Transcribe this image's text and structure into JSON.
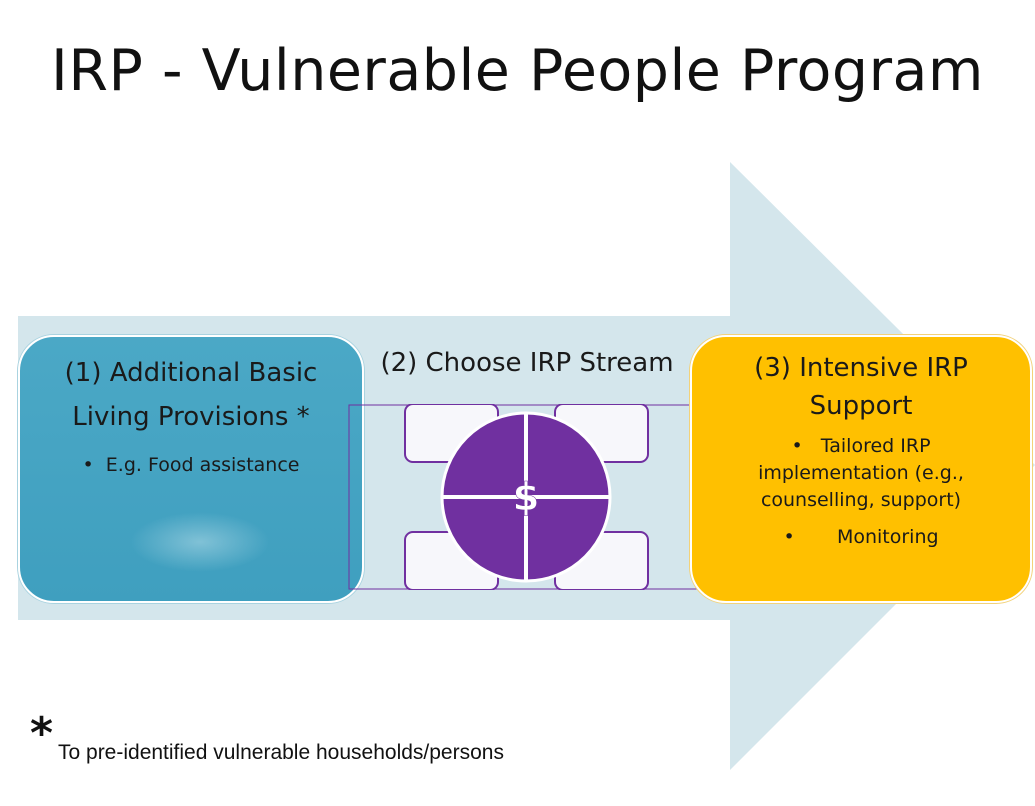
{
  "title": "IRP - Vulnerable People Program",
  "steps": [
    {
      "title_line1": "(1) Additional Basic",
      "title_line2": "Living Provisions *",
      "bullets": [
        "E.g. Food assistance"
      ]
    },
    {
      "title": "(2) Choose IRP Stream",
      "center_symbol": "$"
    },
    {
      "title_line1": "(3) Intensive IRP",
      "title_line2": "Support",
      "bullets": [
        {
          "line1": "Tailored IRP",
          "line2": "implementation (e.g.,",
          "line3": "counselling, support)"
        },
        {
          "line1": "Monitoring"
        }
      ]
    }
  ],
  "footnote": {
    "marker": "*",
    "text": "To pre-identified vulnerable households/persons"
  },
  "colors": {
    "arrow": "#d4e6ec",
    "step1": "#44a3c3",
    "step2_circle": "#7030a0",
    "step3": "#ffc000"
  },
  "icons": [
    "big-arrow",
    "quadrant-circle-icon",
    "dollar-icon"
  ]
}
